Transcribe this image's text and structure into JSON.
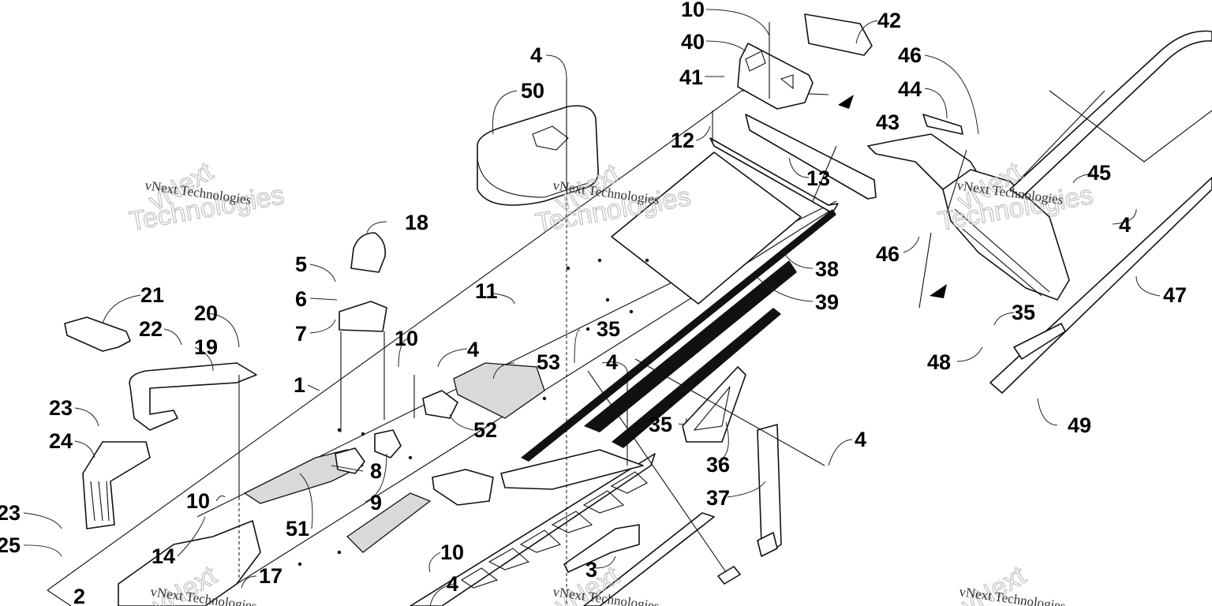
{
  "diagram": {
    "type": "exploded-parts-diagram",
    "subject": "snowmobile tunnel / chassis assembly",
    "watermark": {
      "line1": "vNext",
      "line2": "Technologies",
      "serif_text": "vNext Technologies"
    },
    "callouts": [
      {
        "id": "c1",
        "label": "1"
      },
      {
        "id": "c2",
        "label": "2"
      },
      {
        "id": "c3",
        "label": "3"
      },
      {
        "id": "c4a",
        "label": "4"
      },
      {
        "id": "c4b",
        "label": "4"
      },
      {
        "id": "c4c",
        "label": "4"
      },
      {
        "id": "c4d",
        "label": "4"
      },
      {
        "id": "c4e",
        "label": "4"
      },
      {
        "id": "c4f",
        "label": "4"
      },
      {
        "id": "c5",
        "label": "5"
      },
      {
        "id": "c6",
        "label": "6"
      },
      {
        "id": "c7",
        "label": "7"
      },
      {
        "id": "c8",
        "label": "8"
      },
      {
        "id": "c9",
        "label": "9"
      },
      {
        "id": "c10a",
        "label": "10"
      },
      {
        "id": "c10b",
        "label": "10"
      },
      {
        "id": "c10c",
        "label": "10"
      },
      {
        "id": "c10d",
        "label": "10"
      },
      {
        "id": "c11",
        "label": "11"
      },
      {
        "id": "c12",
        "label": "12"
      },
      {
        "id": "c13",
        "label": "13"
      },
      {
        "id": "c14",
        "label": "14"
      },
      {
        "id": "c17",
        "label": "17"
      },
      {
        "id": "c18",
        "label": "18"
      },
      {
        "id": "c19",
        "label": "19"
      },
      {
        "id": "c20",
        "label": "20"
      },
      {
        "id": "c21",
        "label": "21"
      },
      {
        "id": "c22",
        "label": "22"
      },
      {
        "id": "c23a",
        "label": "23"
      },
      {
        "id": "c23b",
        "label": "23"
      },
      {
        "id": "c24",
        "label": "24"
      },
      {
        "id": "c25",
        "label": "25"
      },
      {
        "id": "c35a",
        "label": "35"
      },
      {
        "id": "c35b",
        "label": "35"
      },
      {
        "id": "c35c",
        "label": "35"
      },
      {
        "id": "c36",
        "label": "36"
      },
      {
        "id": "c37",
        "label": "37"
      },
      {
        "id": "c38",
        "label": "38"
      },
      {
        "id": "c39",
        "label": "39"
      },
      {
        "id": "c40",
        "label": "40"
      },
      {
        "id": "c41",
        "label": "41"
      },
      {
        "id": "c42",
        "label": "42"
      },
      {
        "id": "c43",
        "label": "43"
      },
      {
        "id": "c44",
        "label": "44"
      },
      {
        "id": "c45",
        "label": "45"
      },
      {
        "id": "c46a",
        "label": "46"
      },
      {
        "id": "c46b",
        "label": "46"
      },
      {
        "id": "c47",
        "label": "47"
      },
      {
        "id": "c48",
        "label": "48"
      },
      {
        "id": "c49",
        "label": "49"
      },
      {
        "id": "c50",
        "label": "50"
      },
      {
        "id": "c51",
        "label": "51"
      },
      {
        "id": "c52",
        "label": "52"
      },
      {
        "id": "c53",
        "label": "53"
      }
    ]
  }
}
